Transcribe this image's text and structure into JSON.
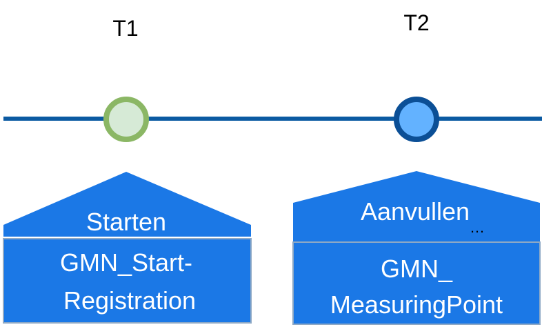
{
  "timeline": {
    "line_color": "#0b5aa2",
    "points": [
      {
        "label": "T1",
        "fill": "#d6ead6",
        "stroke": "#8bb765"
      },
      {
        "label": "T2",
        "fill": "#63b2ff",
        "stroke": "#0b4f96"
      }
    ]
  },
  "steps": [
    {
      "title": "Starten",
      "body_line1": "GMN_Start-",
      "body_line2": "Registration"
    },
    {
      "title": "Aanvullen",
      "ellipsis": "…",
      "body_line1": "GMN_",
      "body_line2": "MeasuringPoint"
    }
  ],
  "colors": {
    "box_fill": "#1b78e6",
    "box_border": "#8fa9c5",
    "text_on_box": "#ffffff",
    "label_text": "#000000"
  }
}
